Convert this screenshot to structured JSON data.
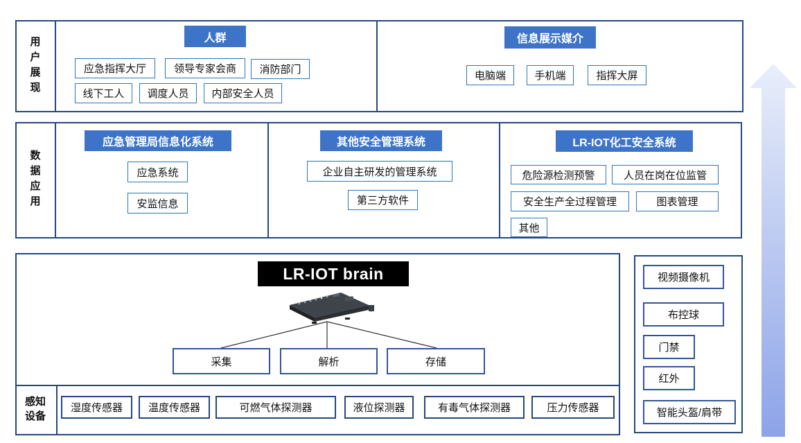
{
  "sections": {
    "user_display": {
      "label": "用户展现",
      "crowd": {
        "header": "人群",
        "items": [
          "应急指挥大厅",
          "领导专家会商",
          "消防部门",
          "线下工人",
          "调度人员",
          "内部安全人员"
        ]
      },
      "media": {
        "header": "信息展示媒介",
        "items": [
          "电脑端",
          "手机端",
          "指挥大屏"
        ]
      }
    },
    "data_application": {
      "label": "数据应用",
      "columns": [
        {
          "header": "应急管理局信息化系统",
          "items": [
            "应急系统",
            "安监信息"
          ]
        },
        {
          "header": "其他安全管理系统",
          "items": [
            "企业自主研发的管理系统",
            "第三方软件"
          ]
        },
        {
          "header": "LR-IOT化工安全系统",
          "items": [
            "危险源检测预警",
            "人员在岗在位监管",
            "安全生产全过程管理",
            "图表管理",
            "其他"
          ]
        }
      ]
    },
    "platform": {
      "title": "LR-IOT brain",
      "functions": [
        "采集",
        "解析",
        "存储"
      ],
      "sensing": {
        "label": "感知设备",
        "items": [
          "湿度传感器",
          "温度传感器",
          "可燃气体探测器",
          "液位探测器",
          "有毒气体探测器",
          "压力传感器"
        ]
      }
    },
    "devices": {
      "items": [
        "视频摄像机",
        "布控球",
        "门禁",
        "红外",
        "智能头盔/肩带"
      ]
    }
  },
  "icons": {
    "server": "server-appliance-photo",
    "arrow": "up-arrow"
  },
  "colors": {
    "header_blue": "#3d74c8",
    "section_border": "#24477e",
    "box_border_light": "#2e74b5",
    "box_border_strong": "#2f5597",
    "brain_bg": "#000000",
    "arrow_gradient_top": "#e9eefa",
    "arrow_gradient_bottom": "#8ca3e8"
  }
}
